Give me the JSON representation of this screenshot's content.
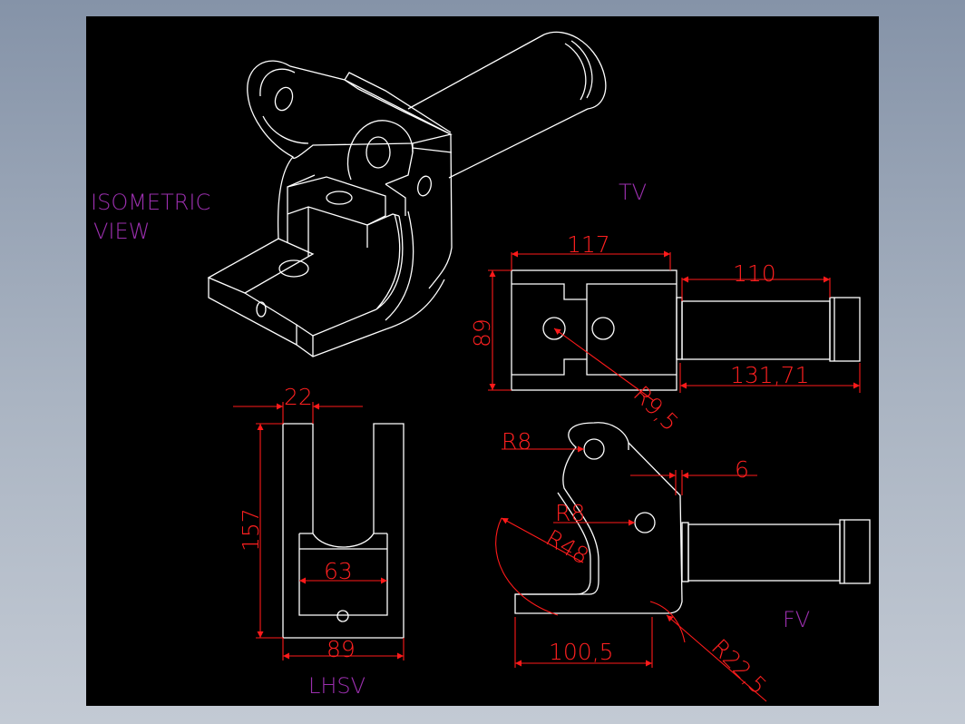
{
  "labels": {
    "isometric_line1": "ISOMETRIC",
    "isometric_line2": "VIEW",
    "top_view": "TV",
    "front_view": "FV",
    "left_side_view": "LHSV"
  },
  "dimensions": {
    "tv_width": "117",
    "tv_shaft_length": "110",
    "tv_height": "89",
    "tv_overall": "131,71",
    "tv_hole_radius": "R9,5",
    "lhsv_slot": "22",
    "lhsv_height": "157",
    "lhsv_inner": "63",
    "lhsv_width": "89",
    "fv_r8_top": "R8",
    "fv_thickness": "6",
    "fv_r8_mid": "R8",
    "fv_r48": "R48",
    "fv_base": "100,5",
    "fv_r22": "R22,5"
  },
  "colors": {
    "background": "#000000",
    "geometry": "#ffffff",
    "dimensions": "#ff1a1a",
    "labels": "#9b2fae"
  }
}
